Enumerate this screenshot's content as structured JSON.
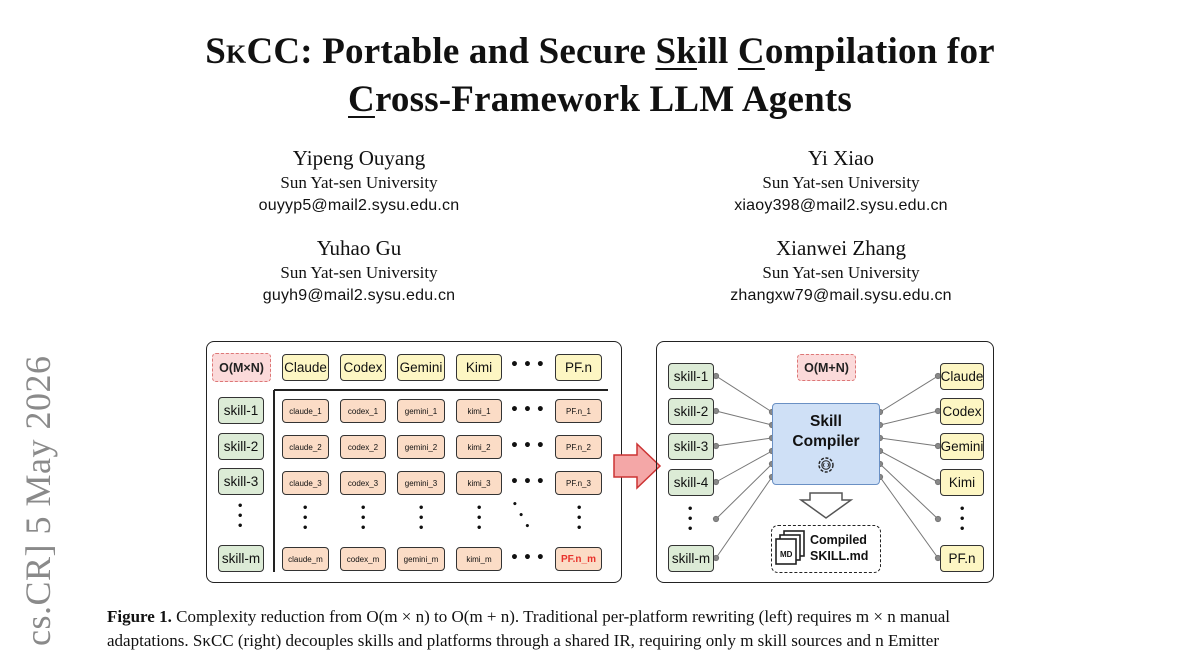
{
  "title": {
    "line1_parts": [
      "S",
      "κ",
      "CC: Portable and Secure ",
      "Sk",
      "ill ",
      "C",
      "ompilation for"
    ],
    "line2_parts": [
      "C",
      "ross-Framework LLM Agents"
    ]
  },
  "authors": [
    {
      "name": "Yipeng Ouyang",
      "affiliation": "Sun Yat-sen University",
      "email": "ouyyp5@mail2.sysu.edu.cn"
    },
    {
      "name": "Yi Xiao",
      "affiliation": "Sun Yat-sen University",
      "email": "xiaoy398@mail2.sysu.edu.cn"
    },
    {
      "name": "Yuhao Gu",
      "affiliation": "Sun Yat-sen University",
      "email": "guyh9@mail2.sysu.edu.cn"
    },
    {
      "name": "Xianwei Zhang",
      "affiliation": "Sun Yat-sen University",
      "email": "zhangxw79@mail.sysu.edu.cn"
    }
  ],
  "arxiv_stamp": "cs.CR]  5 May 2026",
  "figure": {
    "left": {
      "complexity": "O(M×N)",
      "platforms": [
        "Claude",
        "Codex",
        "Gemini",
        "Kimi",
        "PF.n"
      ],
      "skills": [
        "skill-1",
        "skill-2",
        "skill-3",
        "skill-m"
      ],
      "cells": [
        [
          "claude_1",
          "codex_1",
          "gemini_1",
          "kimi_1",
          "PF.n_1"
        ],
        [
          "claude_2",
          "codex_2",
          "gemini_2",
          "kimi_2",
          "PF.n_2"
        ],
        [
          "claude_3",
          "codex_3",
          "gemini_3",
          "kimi_3",
          "PF.n_3"
        ],
        [
          "claude_m",
          "codex_m",
          "gemini_m",
          "kimi_m",
          "PF.n_m"
        ]
      ],
      "highlight_color": "#e8322b"
    },
    "right": {
      "complexity": "O(M+N)",
      "skills": [
        "skill-1",
        "skill-2",
        "skill-3",
        "skill-4",
        "skill-m"
      ],
      "platforms": [
        "Claude",
        "Codex",
        "Gemini",
        "Kimi",
        "PF.n"
      ],
      "compiler_line1": "Skill",
      "compiler_line2": "Compiler",
      "output_line1": "Compiled",
      "output_line2": "SKILL.md",
      "doc_tag": "MD"
    },
    "colors": {
      "skill": "#dcebd6",
      "platform": "#fdf6c3",
      "cell": "#fbdcc6",
      "compiler": "#cfe0f6",
      "arrow": "#f4a7a7"
    }
  },
  "caption": {
    "label": "Figure 1.",
    "line1": " Complexity reduction from O(m × n) to O(m + n). Traditional per-platform rewriting (left) requires m × n manual",
    "line2": "adaptations. SκCC (right) decouples skills and platforms through a shared IR, requiring only m skill sources and n Emitter"
  }
}
